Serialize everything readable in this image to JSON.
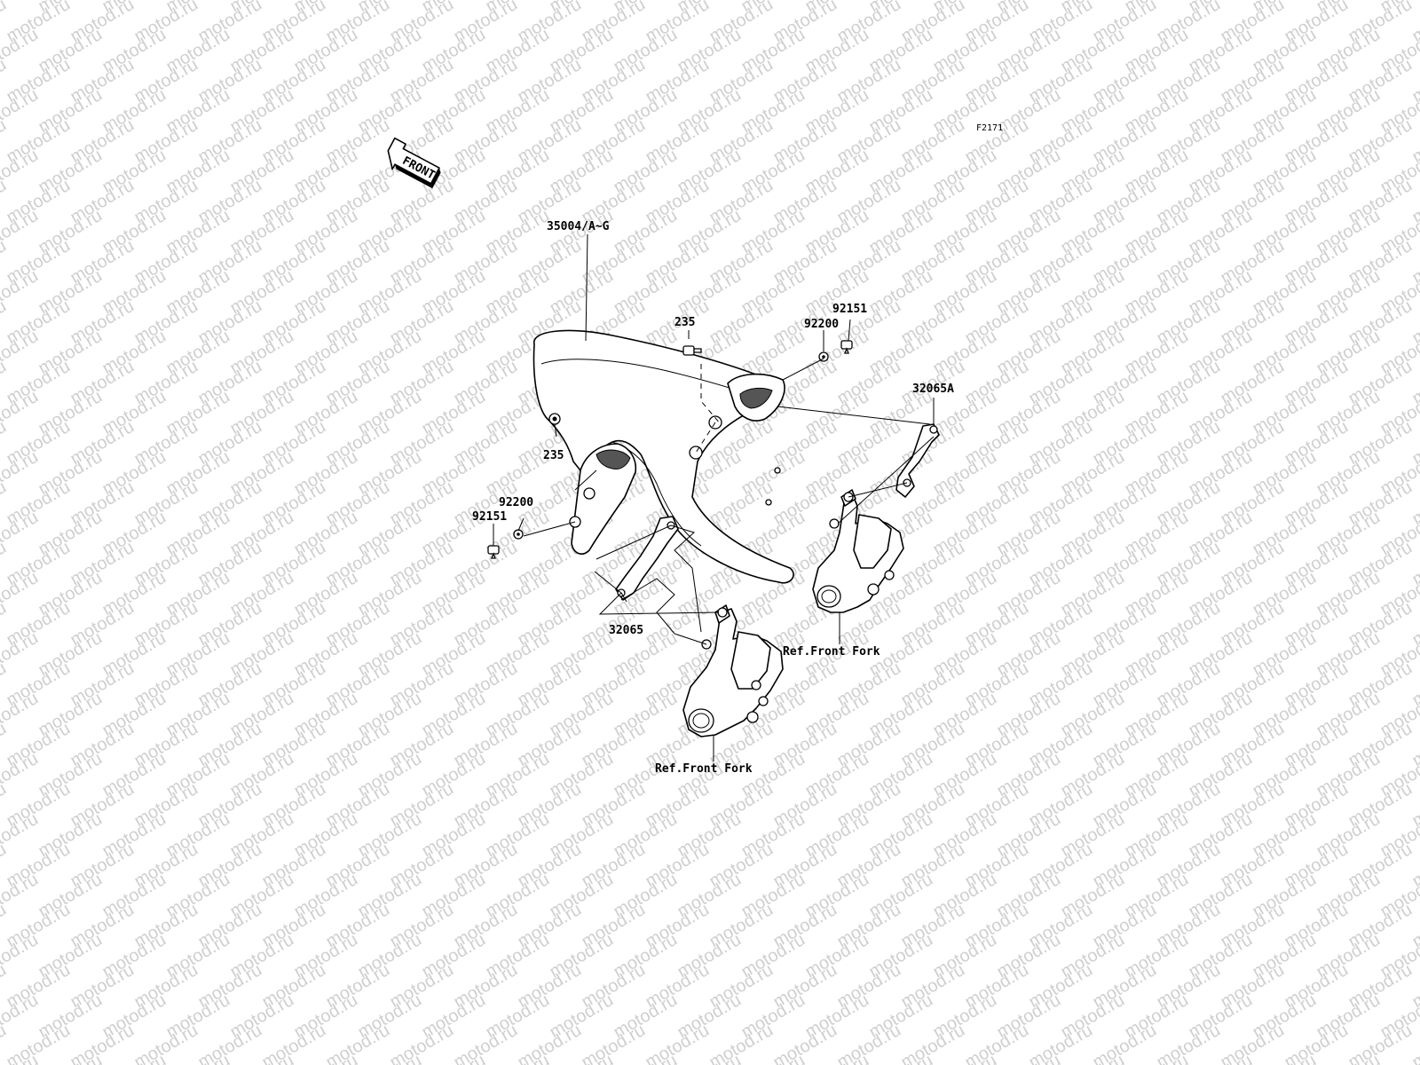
{
  "figure_code": "F2171",
  "watermark": "motod.ru",
  "front_arrow_label": "FRONT",
  "parts": {
    "fender": "35004/A~G",
    "bolt_top": "235",
    "bolt_left": "235",
    "washer_right": "92200",
    "washer_left": "92200",
    "screw_right": "92151",
    "screw_left": "92151",
    "bracket_right": "32065A",
    "bracket_left": "32065"
  },
  "references": {
    "fork_right": "Ref.Front Fork",
    "fork_left": "Ref.Front Fork"
  }
}
